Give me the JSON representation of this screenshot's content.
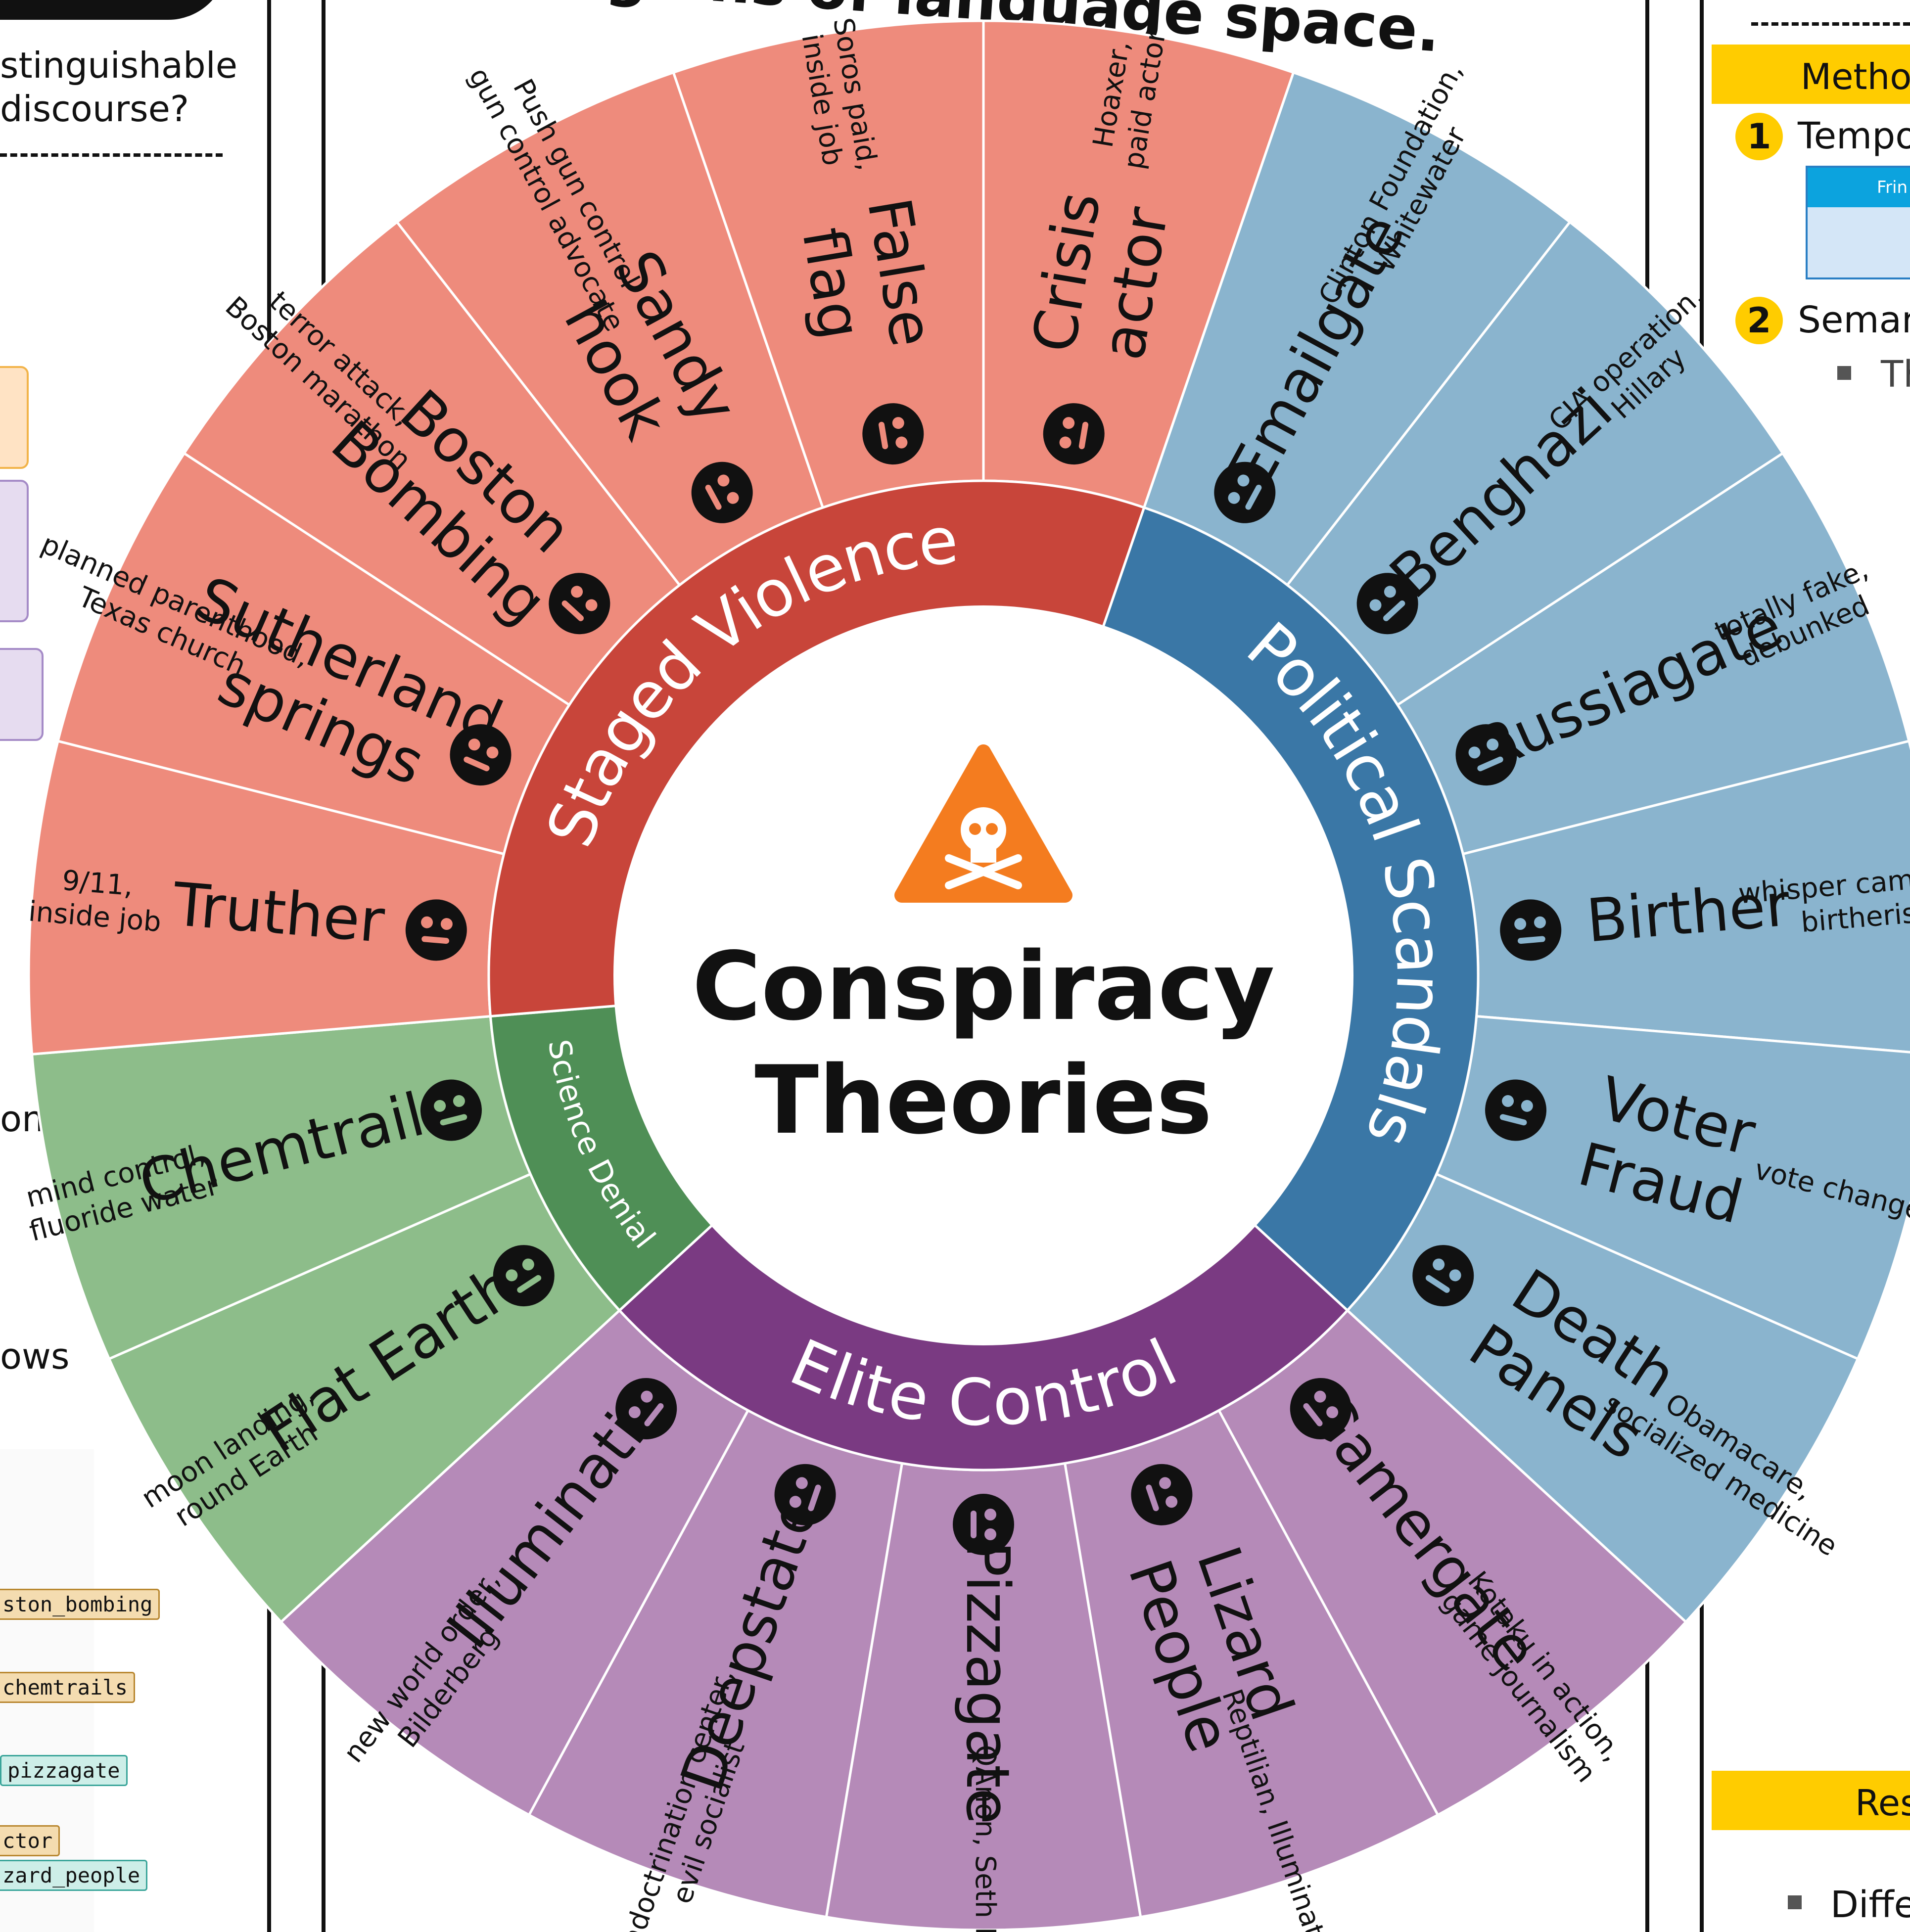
{
  "top_title": "regions of language space.",
  "left_panel": {
    "question_line1": "stinguishable",
    "question_line2": "discourse?",
    "frag_on": "on",
    "frag_ows": "ows",
    "tags": [
      {
        "text": "ston_bombing",
        "color": "#b8862e"
      },
      {
        "text": "chemtrails",
        "color": "#b8862e"
      },
      {
        "text": "pizzagate",
        "color": "#3aa59a"
      },
      {
        "text": "ctor",
        "color": "#b8862e"
      },
      {
        "text": "zard_people",
        "color": "#3aa59a"
      }
    ]
  },
  "right_panel": {
    "methods_header": "Metho",
    "item1_num": "1",
    "item1_text": "Tempo",
    "item1_box": "Frin",
    "item2_num": "2",
    "item2_text": "Seman",
    "item2_bullet": "Th",
    "results_header": "Res",
    "results_bullet": "Diffe"
  },
  "wheel": {
    "center_line1": "Conspiracy",
    "center_line2": "Theories",
    "categories": [
      {
        "name": "Staged Violence",
        "color": "#c8453a"
      },
      {
        "name": "Political Scandals",
        "color": "#3a77a6"
      },
      {
        "name": "Elite Control",
        "color": "#7a3a82"
      },
      {
        "name": "Science Denial",
        "color": "#4f8f56"
      }
    ],
    "segments": [
      {
        "label1": "Crisis",
        "label2": "actor",
        "sub1": "Hoaxer,",
        "sub2": "paid actor",
        "icon": "theater-masks-icon",
        "category": "Staged Violence"
      },
      {
        "label1": "Emailgate",
        "label2": "",
        "sub1": "Clinton Foundation,",
        "sub2": "Whitewater",
        "icon": "message-icon",
        "category": "Political Scandals"
      },
      {
        "label1": "Benghazi",
        "label2": "",
        "sub1": "CIA operation,",
        "sub2": "Hillary",
        "icon": "planet-icon",
        "category": "Political Scandals"
      },
      {
        "label1": "Russiagate",
        "label2": "",
        "sub1": "totally fake,",
        "sub2": "debunked",
        "icon": "globe-stand-icon",
        "category": "Political Scandals"
      },
      {
        "label1": "Birther",
        "label2": "",
        "sub1": "whisper campaign,",
        "sub2": "birtherism",
        "icon": "megaphone-icon",
        "category": "Political Scandals"
      },
      {
        "label1": "Voter",
        "label2": "Fraud",
        "sub1": "vote changed",
        "sub2": "",
        "icon": "comment-slash-icon",
        "category": "Political Scandals"
      },
      {
        "label1": "Death",
        "label2": "Panels",
        "sub1": "Obamacare,",
        "sub2": "socialized medicine",
        "icon": "tombstone-icon",
        "category": "Political Scandals"
      },
      {
        "label1": "Gamergate",
        "label2": "",
        "sub1": "Kotaku in action,",
        "sub2": "game journalism",
        "icon": "gamepad-icon",
        "category": "Elite Control"
      },
      {
        "label1": "Lizard",
        "label2": "People",
        "sub1": "Reptilian, Illuminati",
        "sub2": "",
        "icon": "lizard-icon",
        "category": "Elite Control"
      },
      {
        "label1": "Pizzagate",
        "label2": "",
        "sub1": "QAnon, Seth Rich",
        "sub2": "",
        "icon": "pizza-slice-icon",
        "category": "Elite Control"
      },
      {
        "label1": "Deepstate",
        "label2": "",
        "sub1": "indoctrination center,",
        "sub2": "evil socialist",
        "icon": "flag-icon",
        "category": "Elite Control"
      },
      {
        "label1": "Illuminati",
        "label2": "",
        "sub1": "new world order,",
        "sub2": "Bilderberg",
        "icon": "saturn-icon",
        "category": "Elite Control"
      },
      {
        "label1": "Flat Earth",
        "label2": "",
        "sub1": "moon landing,",
        "sub2": "round Earth",
        "icon": "earth-asia-icon",
        "category": "Science Denial"
      },
      {
        "label1": "Chemtrails",
        "label2": "",
        "sub1": "mind control,",
        "sub2": "fluoride water",
        "icon": "test-tubes-icon",
        "category": "Science Denial"
      },
      {
        "label1": "Truther",
        "label2": "",
        "sub1": "9/11,",
        "sub2": "inside job",
        "icon": "spider-web-icon",
        "category": "Staged Violence"
      },
      {
        "label1": "Sutherland",
        "label2": "springs",
        "sub1": "planned parenthood,",
        "sub2": "Texas church",
        "icon": "house-icon",
        "category": "Staged Violence"
      },
      {
        "label1": "Boston",
        "label2": "Bombing",
        "sub1": "terror attack,",
        "sub2": "Boston marathon",
        "icon": "person-running-icon",
        "category": "Staged Violence"
      },
      {
        "label1": "Sandy",
        "label2": "hook",
        "sub1": "Push gun control",
        "sub2": "gun control advocate",
        "icon": "network-icon",
        "category": "Staged Violence"
      },
      {
        "label1": "False",
        "label2": "flag",
        "sub1": "Soros paid,",
        "sub2": "inside job",
        "icon": "flag-icon",
        "category": "Staged Violence"
      }
    ],
    "colors": {
      "staged_light": "#ee8b7c",
      "political_light": "#8ab4ce",
      "elite_light": "#b58ab8",
      "science_light": "#8dbd8a",
      "warning": "#f47c1f"
    }
  }
}
